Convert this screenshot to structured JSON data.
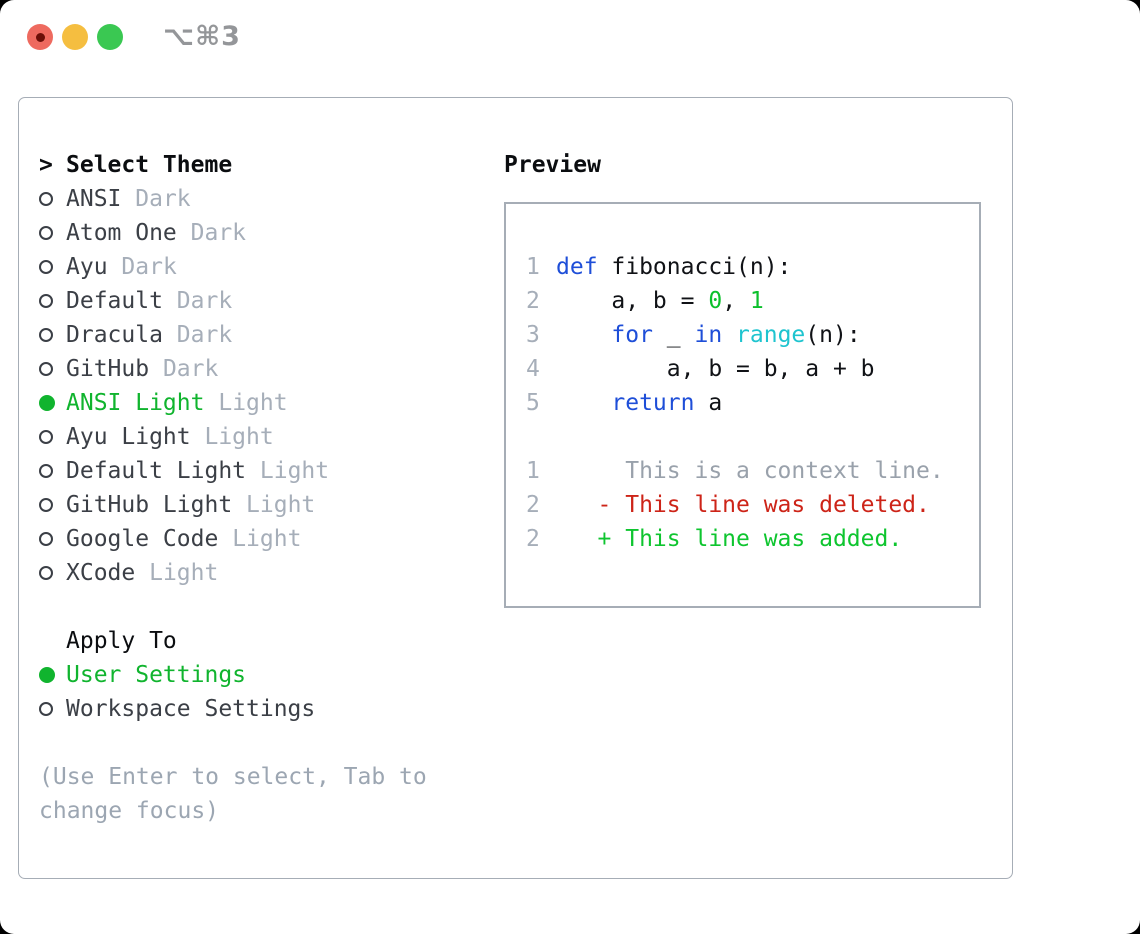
{
  "window": {
    "title": "⌥⌘3"
  },
  "colors": {
    "accent_green": "#10b42e",
    "keyword_blue": "#1e4ed8",
    "builtin_cyan": "#1ec4cf",
    "number_green": "#0cc02c",
    "deleted_red": "#cd2418",
    "added_green": "#0ec52f",
    "context_gray": "#99a1ab",
    "muted_gray": "#a6aeb9",
    "item_text": "#3b3f46",
    "header_text": "#0b0d10",
    "code_text": "#101216",
    "hint_gray": "#9ca6b2",
    "border_gray": "#a6adb6",
    "traffic_red": "#ee6a5f",
    "traffic_red_dot": "#6b0f08",
    "traffic_yellow": "#f5be40",
    "traffic_green": "#3ac852",
    "title_gray": "#949699"
  },
  "theme_picker": {
    "header_prefix": ">",
    "header": "Select Theme",
    "items": [
      {
        "name": "ANSI",
        "variant": "Dark",
        "selected": false
      },
      {
        "name": "Atom One",
        "variant": "Dark",
        "selected": false
      },
      {
        "name": "Ayu",
        "variant": "Dark",
        "selected": false
      },
      {
        "name": "Default",
        "variant": "Dark",
        "selected": false
      },
      {
        "name": "Dracula",
        "variant": "Dark",
        "selected": false
      },
      {
        "name": "GitHub",
        "variant": "Dark",
        "selected": false
      },
      {
        "name": "ANSI Light",
        "variant": "Light",
        "selected": true
      },
      {
        "name": "Ayu Light",
        "variant": "Light",
        "selected": false
      },
      {
        "name": "Default Light",
        "variant": "Light",
        "selected": false
      },
      {
        "name": "GitHub Light",
        "variant": "Light",
        "selected": false
      },
      {
        "name": "Google Code",
        "variant": "Light",
        "selected": false
      },
      {
        "name": "XCode",
        "variant": "Light",
        "selected": false
      }
    ]
  },
  "apply_to": {
    "header": "Apply To",
    "options": [
      {
        "name": "User Settings",
        "selected": true
      },
      {
        "name": "Workspace Settings",
        "selected": false
      }
    ]
  },
  "hint": "(Use Enter to select, Tab to\nchange focus)",
  "preview": {
    "header": "Preview",
    "code_lines": [
      {
        "num": "1",
        "tokens": [
          [
            "def",
            "kw"
          ],
          [
            " fibonacci(n):",
            "plain"
          ]
        ]
      },
      {
        "num": "2",
        "tokens": [
          [
            "    a, b = ",
            "plain"
          ],
          [
            "0",
            "num"
          ],
          [
            ", ",
            "plain"
          ],
          [
            "1",
            "num"
          ]
        ]
      },
      {
        "num": "3",
        "tokens": [
          [
            "    ",
            "plain"
          ],
          [
            "for",
            "kw"
          ],
          [
            " _ ",
            "plain"
          ],
          [
            "in",
            "kw"
          ],
          [
            " ",
            "plain"
          ],
          [
            "range",
            "builtin"
          ],
          [
            "(n):",
            "plain"
          ]
        ]
      },
      {
        "num": "4",
        "tokens": [
          [
            "        a, b = b, a + b",
            "plain"
          ]
        ]
      },
      {
        "num": "5",
        "tokens": [
          [
            "    ",
            "plain"
          ],
          [
            "return",
            "kw"
          ],
          [
            " a",
            "plain"
          ]
        ]
      }
    ],
    "diff_lines": [
      {
        "num": "1",
        "text": "     This is a context line.",
        "type": "context"
      },
      {
        "num": "2",
        "text": "   - This line was deleted.",
        "type": "deleted"
      },
      {
        "num": "2",
        "text": "   + This line was added.",
        "type": "added"
      }
    ]
  }
}
